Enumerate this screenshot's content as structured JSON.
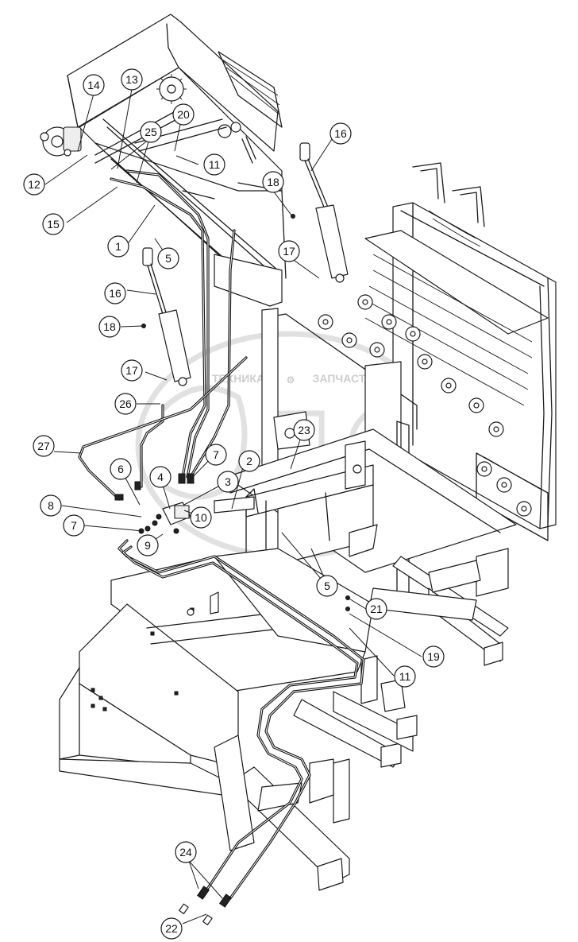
{
  "watermark": {
    "letters": "ЭПФ",
    "caption_left": "ТЕХНИКА",
    "caption_right": "ЗАПЧАСТИ"
  },
  "callouts": [
    {
      "label": "1"
    },
    {
      "label": "2"
    },
    {
      "label": "3"
    },
    {
      "label": "4"
    },
    {
      "label": "5"
    },
    {
      "label": "5"
    },
    {
      "label": "6"
    },
    {
      "label": "7"
    },
    {
      "label": "7"
    },
    {
      "label": "8"
    },
    {
      "label": "9"
    },
    {
      "label": "10"
    },
    {
      "label": "11"
    },
    {
      "label": "11"
    },
    {
      "label": "12"
    },
    {
      "label": "13"
    },
    {
      "label": "14"
    },
    {
      "label": "15"
    },
    {
      "label": "16"
    },
    {
      "label": "16"
    },
    {
      "label": "17"
    },
    {
      "label": "17"
    },
    {
      "label": "18"
    },
    {
      "label": "18"
    },
    {
      "label": "19"
    },
    {
      "label": "20"
    },
    {
      "label": "21"
    },
    {
      "label": "22"
    },
    {
      "label": "23"
    },
    {
      "label": "24"
    },
    {
      "label": "25"
    },
    {
      "label": "26"
    },
    {
      "label": "27"
    }
  ]
}
